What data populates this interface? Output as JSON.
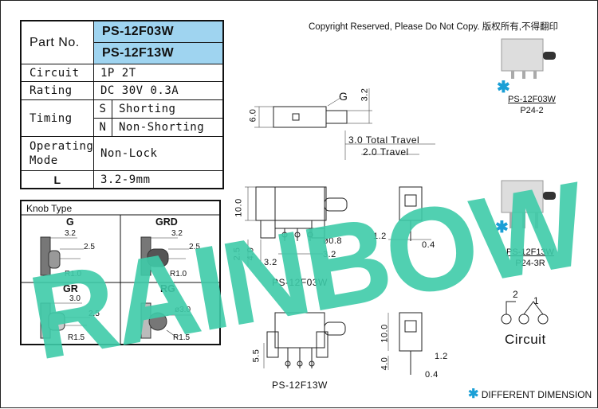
{
  "copyright": "Copyright Reserved, Please Do Not Copy. 版权所有,不得翻印",
  "spec": {
    "part_no_label": "Part No.",
    "part_numbers": [
      "PS-12F03W",
      "PS-12F13W"
    ],
    "circuit_label": "Circuit",
    "circuit_value": "1P 2T",
    "rating_label": "Rating",
    "rating_value": "DC 30V 0.3A",
    "timing_label": "Timing",
    "timing_rows": [
      {
        "key": "S",
        "value": "Shorting"
      },
      {
        "key": "N",
        "value": "Non-Shorting"
      }
    ],
    "operating_mode_label_1": "Operating",
    "operating_mode_label_2": "Mode",
    "operating_mode_value": "Non-Lock",
    "l_label": "L",
    "l_value": "3.2-9mm"
  },
  "knob": {
    "title": "Knob Type",
    "types": {
      "g": {
        "name": "G",
        "dims": [
          "3.2",
          "2.5",
          "R1.0"
        ]
      },
      "grd": {
        "name": "GRD",
        "dims": [
          "3.2",
          "2.5",
          "R1.0"
        ]
      },
      "gr": {
        "name": "GR",
        "dims": [
          "3.0",
          "2.5",
          "R1.5"
        ]
      },
      "rg": {
        "name": "RG",
        "dims": [
          "ø3.0",
          "R1.5"
        ]
      }
    }
  },
  "watermark": "RAINBOW",
  "drawing": {
    "top_view": {
      "knob_label": "G",
      "dim_6": "6.0",
      "dim_32": "3.2"
    },
    "travel_total": "3.0 Total Travel",
    "travel": "2.0 Travel",
    "f03w": {
      "h10": "10.0",
      "h25": "2.5",
      "h40": "4.0",
      "w32a": "3.2",
      "w32b": "3.2",
      "pin": "ø0.8",
      "caption": "PS-12F03W"
    },
    "f03w_side": {
      "w12": "1.2",
      "w04": "0.4"
    },
    "f13w": {
      "h55": "5.5",
      "caption": "PS-12F13W"
    },
    "f13w_side": {
      "h10": "10.0",
      "h40": "4.0",
      "w12": "1.2",
      "w04": "0.4"
    }
  },
  "products": [
    {
      "name": "PS-12F03W",
      "page": "P24-2"
    },
    {
      "name": "PS-12F13W",
      "page": "P24-3R"
    }
  ],
  "circuit": {
    "pin2": "2",
    "pin1": "1",
    "caption": "Circuit"
  },
  "legend": {
    "star": "✱",
    "text": "DIFFERENT DIMENSION"
  },
  "colors": {
    "watermark": "#3ecba8",
    "part_bg": "#9fd4f0",
    "star": "#1a9fd6"
  }
}
